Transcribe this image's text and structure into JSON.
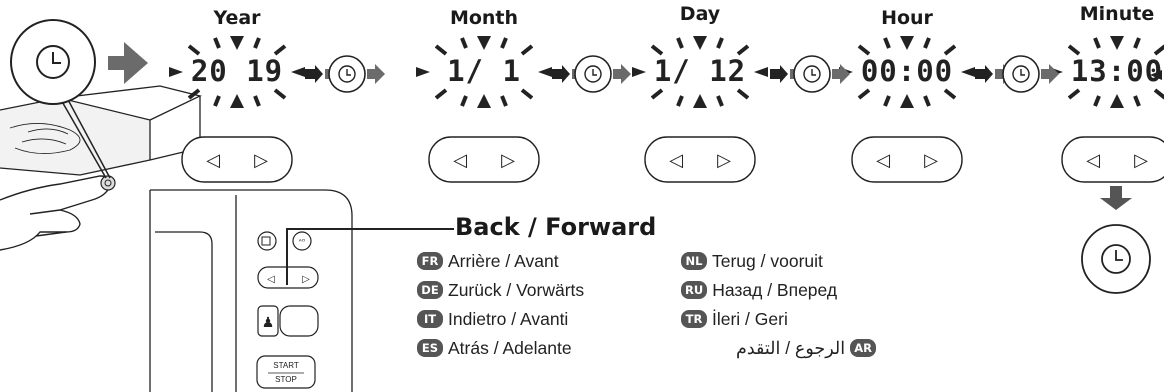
{
  "steps": [
    {
      "label": "Year",
      "display": "20 19"
    },
    {
      "label": "Month",
      "display": "1/  1"
    },
    {
      "label": "Day",
      "display": "1/ 12"
    },
    {
      "label": "Hour",
      "display": "00:00"
    },
    {
      "label": "Minute",
      "display": "13:00"
    }
  ],
  "arrow_glyphs": {
    "left": "◁",
    "right": "▷"
  },
  "title": "Back / Forward",
  "translations": [
    {
      "code": "FR",
      "text": "Arrière / Avant"
    },
    {
      "code": "DE",
      "text": "Zurück / Vorwärts"
    },
    {
      "code": "IT",
      "text": "Indietro / Avanti"
    },
    {
      "code": "ES",
      "text": "Atrás / Adelante"
    },
    {
      "code": "NL",
      "text": "Terug / vooruit"
    },
    {
      "code": "RU",
      "text": "Назад / Вперед"
    },
    {
      "code": "TR",
      "text": "İleri / Geri"
    },
    {
      "code": "AR",
      "text": "الرجوع / التقدم"
    }
  ],
  "device": {
    "start_label": "START",
    "stop_label": "STOP"
  },
  "colors": {
    "ink": "#1a1a1a",
    "arrow": "#666666",
    "badge": "#555555"
  }
}
